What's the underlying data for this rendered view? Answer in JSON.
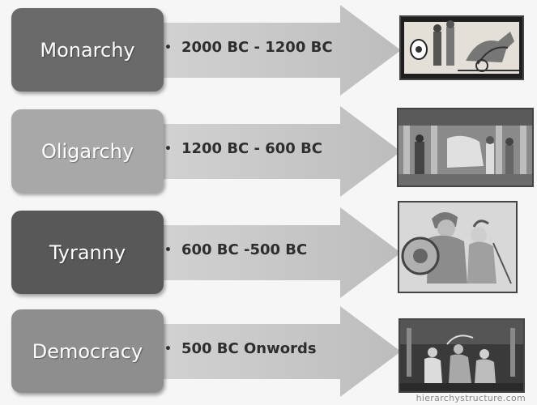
{
  "rows": [
    {
      "label": "Monarchy",
      "period": "2000 BC - 1200 BC",
      "image": "monarchy-illustration"
    },
    {
      "label": "Oligarchy",
      "period": "1200 BC - 600 BC",
      "image": "oligarchy-illustration"
    },
    {
      "label": "Tyranny",
      "period": "600 BC -500 BC",
      "image": "tyranny-illustration"
    },
    {
      "label": "Democracy",
      "period": "500 BC Onwords",
      "image": "democracy-illustration"
    }
  ],
  "bullet": "•",
  "credit": "hierarchystructure.com",
  "colors": {
    "monarchy_box": "#6a6a6a",
    "oligarchy_box": "#a8a8a8",
    "tyranny_box": "#585858",
    "democracy_box": "#8e8e8e",
    "arrow": "#c8c8c8"
  }
}
